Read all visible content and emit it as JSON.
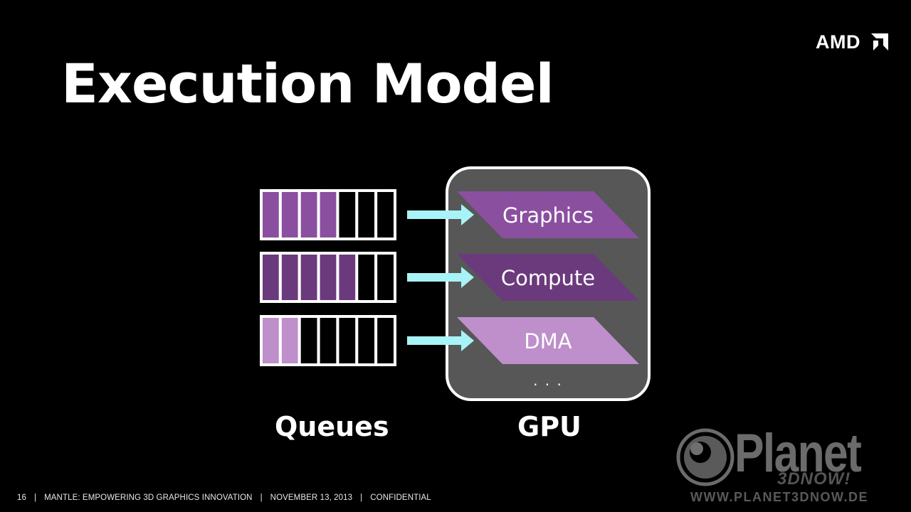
{
  "slide": {
    "title": "Execution Model",
    "logo_text": "AMD",
    "footer": {
      "page": "16",
      "deck": "MANTLE: EMPOWERING 3D GRAPHICS INNOVATION",
      "date": "NOVEMBER 13, 2013",
      "classification": "CONFIDENTIAL"
    }
  },
  "diagram": {
    "queues_label": "Queues",
    "gpu_label": "GPU",
    "more_indicator": ". . .",
    "queues": [
      {
        "name": "graphics-queue",
        "filled_slots": 4,
        "total_slots": 7,
        "fill_color": "#8b4fa0"
      },
      {
        "name": "compute-queue",
        "filled_slots": 5,
        "total_slots": 7,
        "fill_color": "#6b3a7c"
      },
      {
        "name": "dma-queue",
        "filled_slots": 2,
        "total_slots": 7,
        "fill_color": "#be8fcb"
      }
    ],
    "engines": [
      {
        "label": "Graphics",
        "color": "#8b4fa0"
      },
      {
        "label": "Compute",
        "color": "#6b3a7c"
      },
      {
        "label": "DMA",
        "color": "#be8fcb"
      }
    ],
    "colors": {
      "arrow": "#a7f3f7",
      "gpu_box_fill": "#575757",
      "gpu_box_border": "#ffffff",
      "slot_border": "#ffffff",
      "background": "#000000"
    }
  },
  "watermark": {
    "brand": "Planet",
    "sub_brand": "3DNOW!",
    "url": "WWW.PLANET3DNOW.DE"
  }
}
